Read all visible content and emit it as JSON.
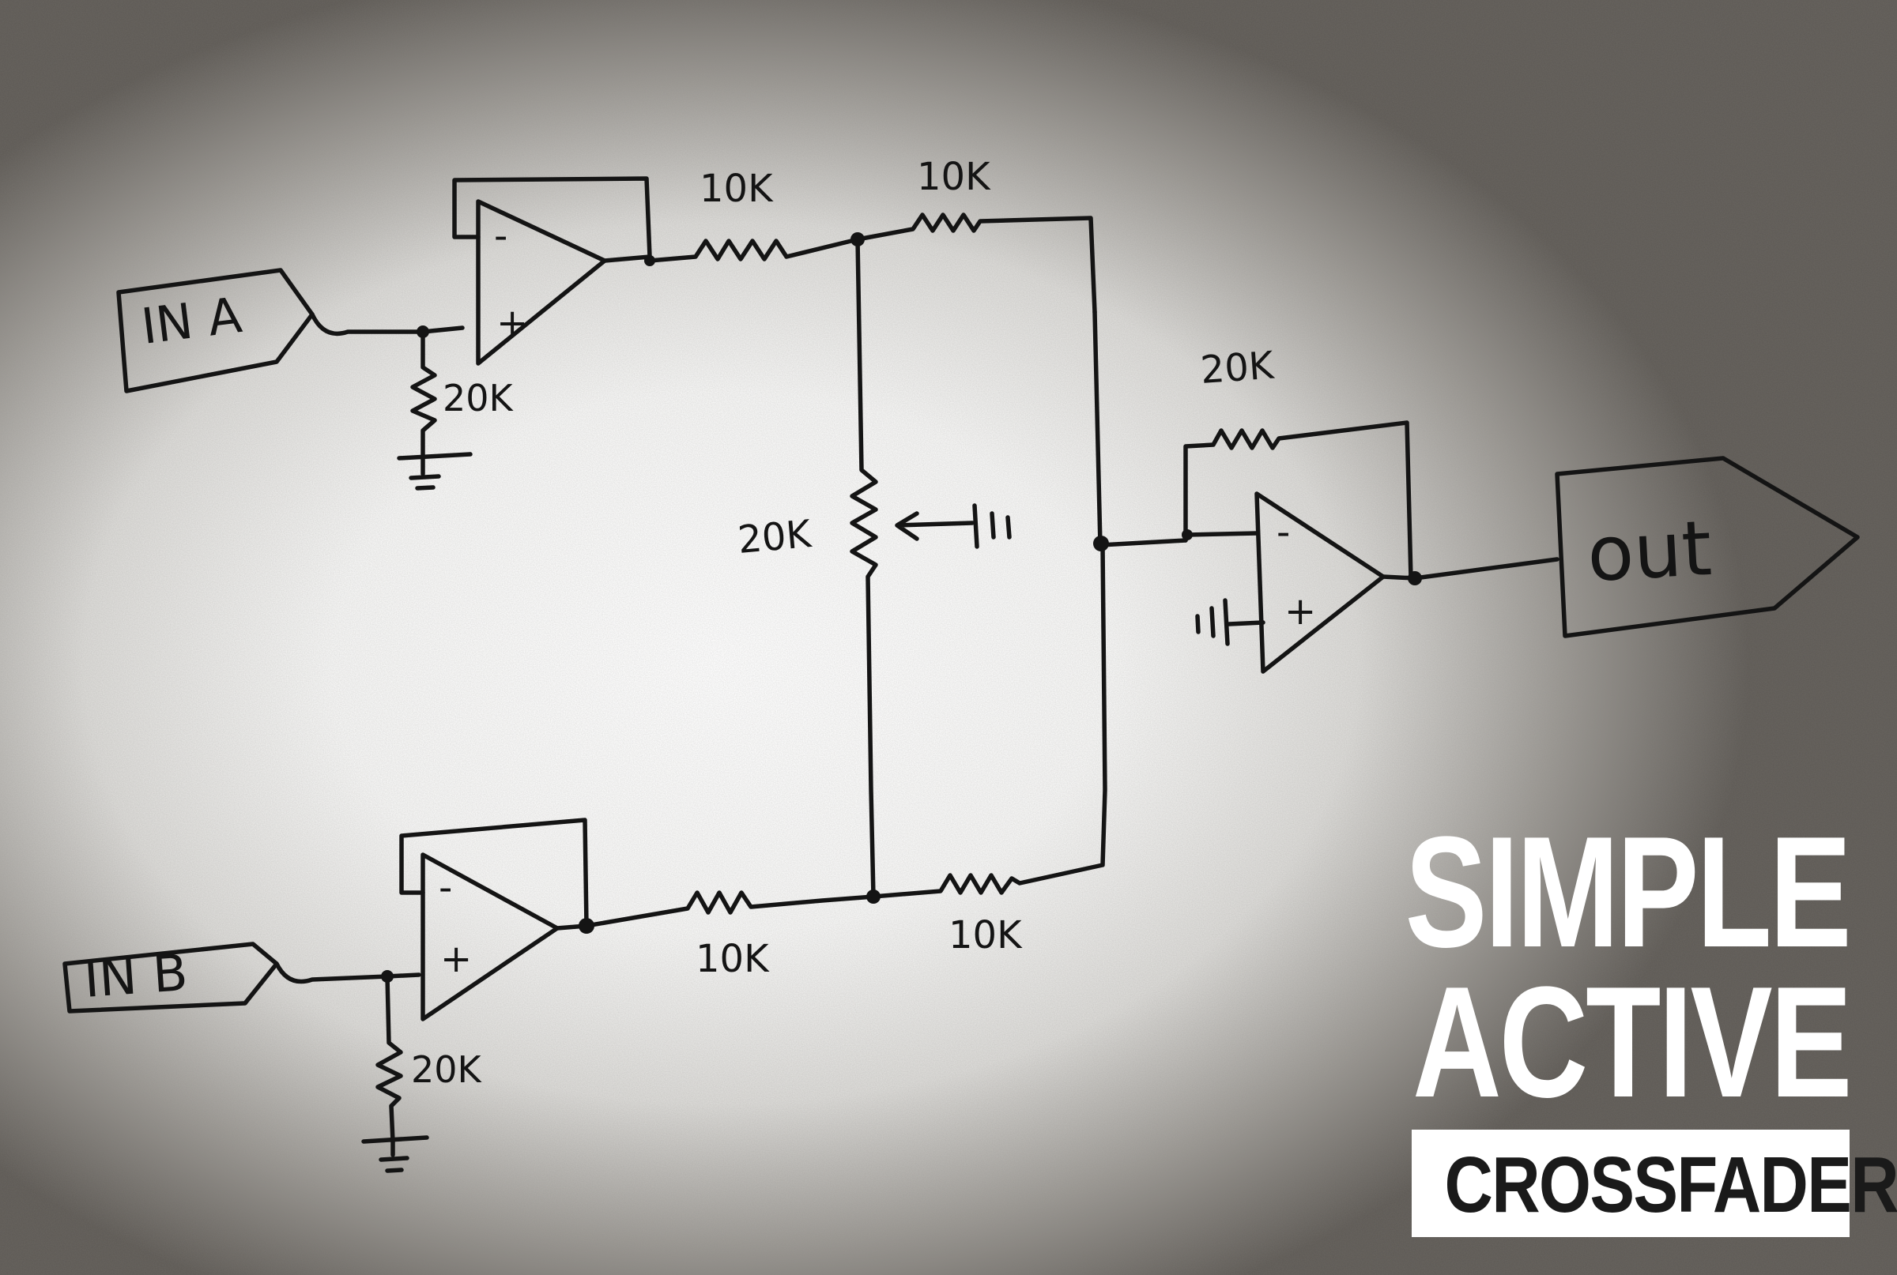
{
  "title": {
    "line1": "SIMPLE",
    "line2": "ACTIVE",
    "line3": "CROSSFADER",
    "text_color": "#ffffff",
    "box_color": "#ffffff",
    "box_text_color": "#1a1a1a"
  },
  "schematic": {
    "input_a": {
      "label": "IN A"
    },
    "input_b": {
      "label": "IN B"
    },
    "output": {
      "label": "out"
    },
    "opamp_a": {
      "minus": "-",
      "plus": "+"
    },
    "opamp_b": {
      "minus": "-",
      "plus": "+"
    },
    "opamp_out": {
      "minus": "-",
      "plus": "+"
    },
    "resistor_a_ground": "20K",
    "resistor_b_ground": "20K",
    "resistor_a_series": "10K",
    "resistor_a_mix": "10K",
    "resistor_b_series": "10K",
    "resistor_b_mix": "10K",
    "potentiometer": "20K",
    "resistor_feedback": "20K",
    "ink_color": "#141414"
  }
}
